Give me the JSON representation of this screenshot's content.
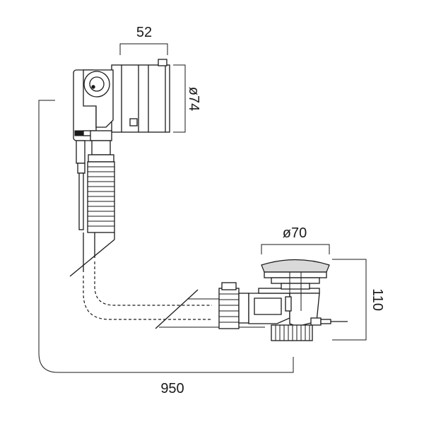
{
  "dimensions": {
    "overflow_width": "52",
    "overflow_diameter": "ø74",
    "waste_diameter": "ø70",
    "waste_height": "110",
    "overall_length": "950"
  }
}
